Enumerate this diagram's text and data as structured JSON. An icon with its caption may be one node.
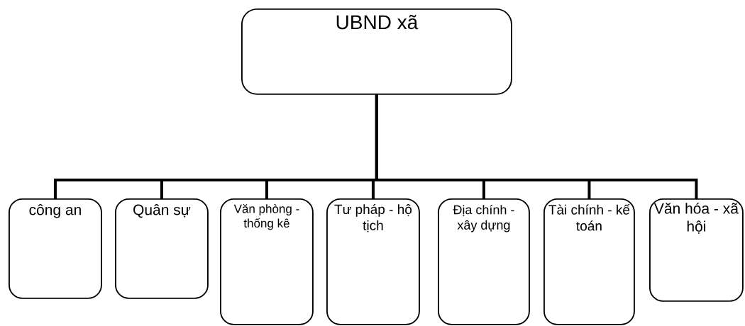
{
  "diagram": {
    "nodes": [
      {
        "text": [
          "UBND xã"
        ]
      },
      {
        "text": [
          "công an"
        ]
      },
      {
        "text": [
          "Quân sự"
        ]
      },
      {
        "text": [
          "Văn phòng - thống kê"
        ]
      },
      {
        "text": [
          "Tư pháp - hộ tịch"
        ]
      },
      {
        "text": [
          "Địa chính - xây dựng"
        ]
      },
      {
        "text": [
          "Tài chính - kế toán"
        ]
      },
      {
        "text": [
          "Văn hóa - xã hội"
        ]
      }
    ],
    "edges": [
      {
        "from": 0,
        "to": 1,
        "arrow": "none"
      },
      {
        "from": 0,
        "to": 2,
        "arrow": "none"
      },
      {
        "from": 0,
        "to": 3,
        "arrow": "none"
      },
      {
        "from": 0,
        "to": 4,
        "arrow": "none"
      },
      {
        "from": 0,
        "to": 5,
        "arrow": "none"
      },
      {
        "from": 0,
        "to": 6,
        "arrow": "none"
      },
      {
        "from": 0,
        "to": 7,
        "arrow": "none"
      }
    ]
  }
}
